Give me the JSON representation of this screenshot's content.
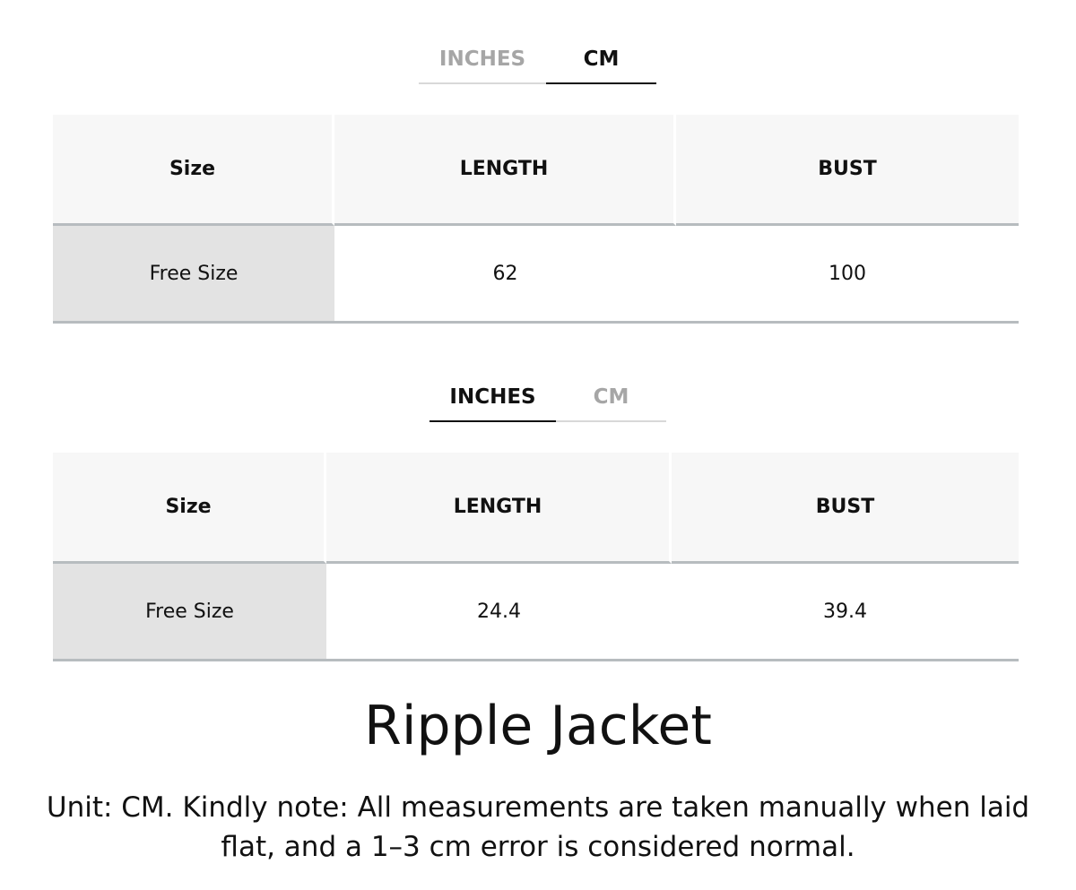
{
  "tabs_top": {
    "inches_label": "INCHES",
    "cm_label": "CM",
    "active": "CM"
  },
  "table_cm": {
    "headers": [
      "Size",
      "LENGTH",
      "BUST"
    ],
    "rows": [
      [
        "Free Size",
        "62",
        "100"
      ]
    ]
  },
  "tabs_bottom": {
    "inches_label": "INCHES",
    "cm_label": "CM",
    "active": "INCHES"
  },
  "table_inches": {
    "headers": [
      "Size",
      "LENGTH",
      "BUST"
    ],
    "rows": [
      [
        "Free Size",
        "24.4",
        "39.4"
      ]
    ]
  },
  "product": {
    "title": "Ripple Jacket",
    "note": "Unit: CM. Kindly note: All measurements are taken manually when laid flat, and a 1–3 cm error is considered normal."
  },
  "colors": {
    "header_bg": "#f7f7f7",
    "size_cell_bg": "#e3e3e3",
    "row_border": "#b7bcbf",
    "active_tab_text": "#111111",
    "inactive_tab_text": "#a6a6a6"
  }
}
